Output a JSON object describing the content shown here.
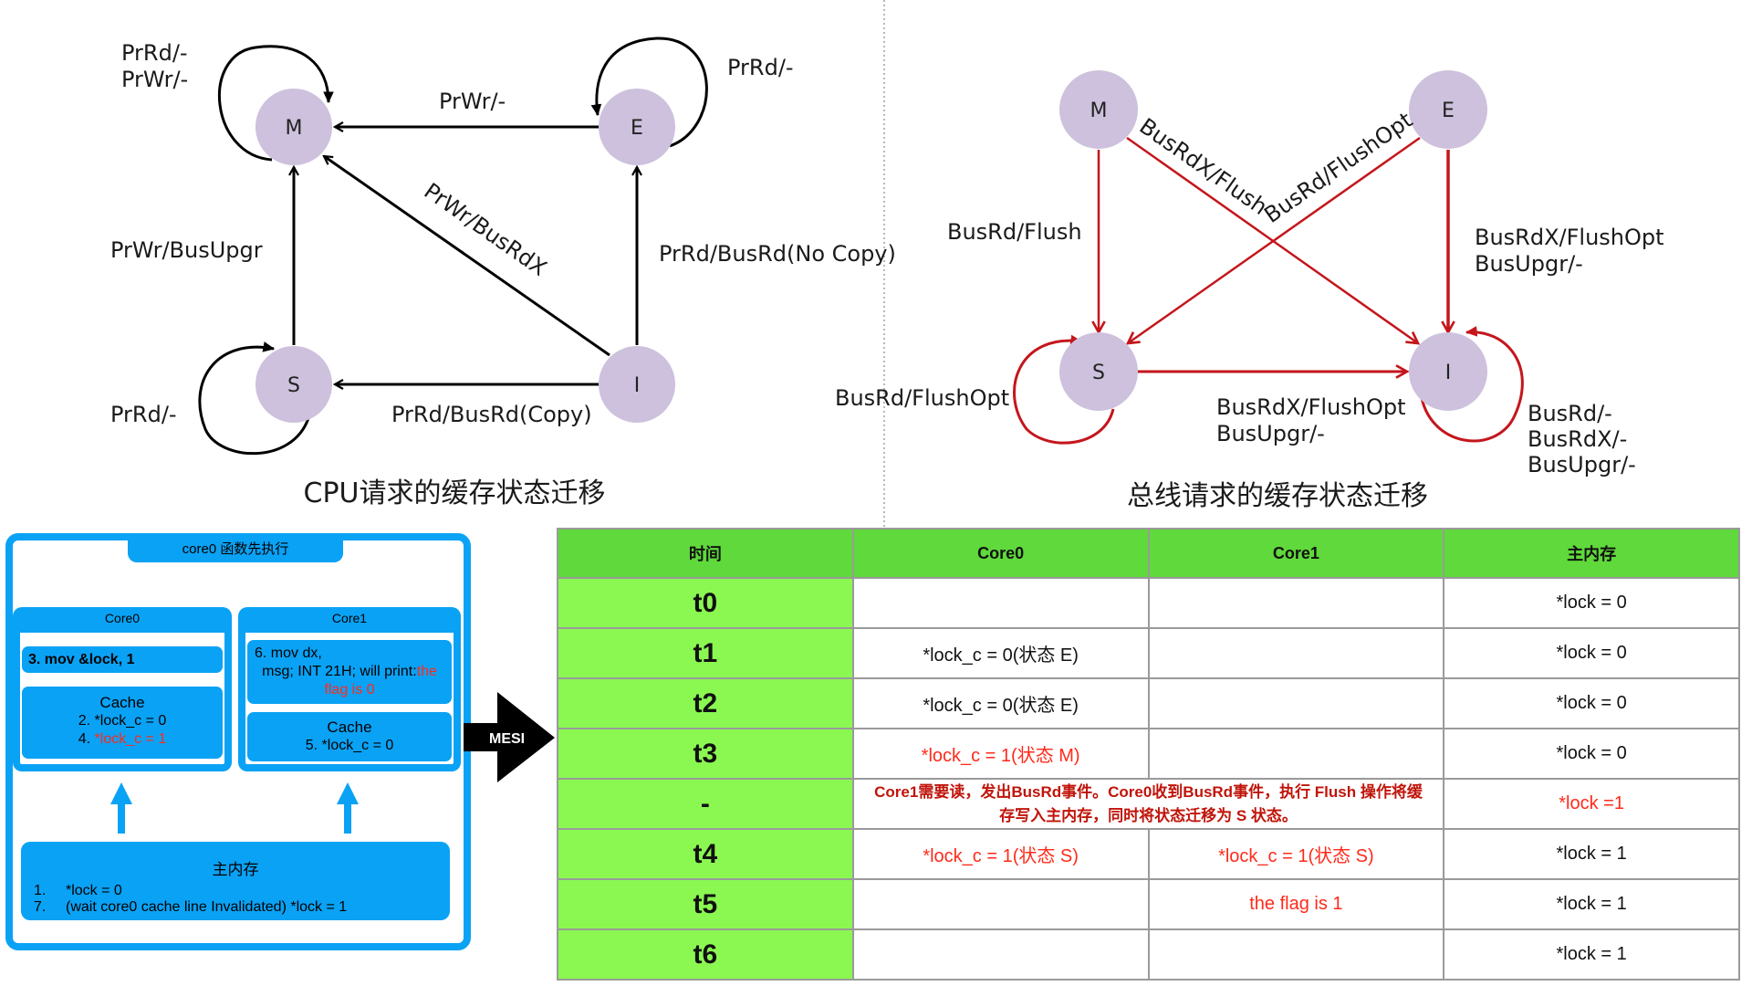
{
  "cpu_diagram": {
    "title": "CPU请求的缓存状态迁移",
    "states": [
      "M",
      "E",
      "S",
      "I"
    ],
    "edges": {
      "m_self": "PrRd/-",
      "m_self_2": "PrWr/-",
      "e_self": "PrRd/-",
      "s_self": "PrRd/-",
      "e_to_m": "PrWr/-",
      "i_to_m": "PrWr/BusRdX",
      "s_to_m": "PrWr/BusUpgr",
      "i_to_e": "PrRd/BusRd(No Copy)",
      "i_to_s": "PrRd/BusRd(Copy)"
    }
  },
  "bus_diagram": {
    "title": "总线请求的缓存状态迁移",
    "states": [
      "M",
      "E",
      "S",
      "I"
    ],
    "edges": {
      "m_to_s": "BusRd/Flush",
      "m_to_i": "BusRdX/Flush",
      "e_to_s": "BusRd/FlushOpt",
      "e_to_i_1": "BusRdX/FlushOpt",
      "e_to_i_2": "BusUpgr/-",
      "s_self": "BusRd/FlushOpt",
      "s_to_i_1": "BusRdX/FlushOpt",
      "s_to_i_2": "BusUpgr/-",
      "i_self_1": "BusRd/-",
      "i_self_2": "BusRdX/-",
      "i_self_3": "BusUpgr/-"
    }
  },
  "execution": {
    "title": "core0 函数先执行",
    "core0": {
      "label": "Core0",
      "instruction": "3. mov &lock, 1",
      "cache_title": "Cache",
      "cache_line1": "2. *lock_c = 0",
      "cache_line2_prefix": "4. ",
      "cache_line2_red": "*lock_c = 1"
    },
    "core1": {
      "label": "Core1",
      "instruction_line1": "6. mov dx,",
      "instruction_line2": "msg; INT 21H; will print:",
      "instruction_red1": "the",
      "instruction_red2": "flag is 0",
      "cache_title": "Cache",
      "cache_line1": "5. *lock_c = 0"
    },
    "memory": {
      "title": "主内存",
      "line1_num": "1.",
      "line1": "*lock = 0",
      "line2_num": "7.",
      "line2": "(wait core0 cache line Invalidated) *lock = 1"
    },
    "arrow_label": "MESI"
  },
  "table": {
    "headers": [
      "时间",
      "Core0",
      "Core1",
      "主内存"
    ],
    "rows": [
      {
        "time": "t0",
        "core0": "",
        "core1": "",
        "memory": "*lock = 0"
      },
      {
        "time": "t1",
        "core0": "*lock_c = 0(状态 E)",
        "core1": "",
        "memory": "*lock = 0"
      },
      {
        "time": "t2",
        "core0": "*lock_c = 0(状态 E)",
        "core1": "",
        "memory": "*lock = 0"
      },
      {
        "time": "t3",
        "core0": "*lock_c = 1(状态 M)",
        "core1": "",
        "memory": "*lock = 0"
      },
      {
        "time": "-",
        "note_line1": "Core1需要读，发出BusRd事件。Core0收到BusRd事件，执行 Flush 操作将缓",
        "note_line2": "存写入主内存，同时将状态迁移为 S 状态。",
        "memory": "*lock =1"
      },
      {
        "time": "t4",
        "core0": "*lock_c = 1(状态 S)",
        "core1": "*lock_c = 1(状态 S)",
        "memory": "*lock = 1"
      },
      {
        "time": "t5",
        "core0": "",
        "core1": "the flag is 1",
        "memory": "*lock = 1"
      },
      {
        "time": "t6",
        "core0": "",
        "core1": "",
        "memory": "*lock = 1"
      }
    ]
  },
  "colors": {
    "node_fill": "#cdc1dd",
    "cpu_edge": "#000000",
    "bus_edge": "#c4161c",
    "container_blue": "#0aa2f5",
    "header_green": "#5fd93b",
    "time_green": "#8bf852",
    "highlight_red": "#ff2a1a"
  }
}
